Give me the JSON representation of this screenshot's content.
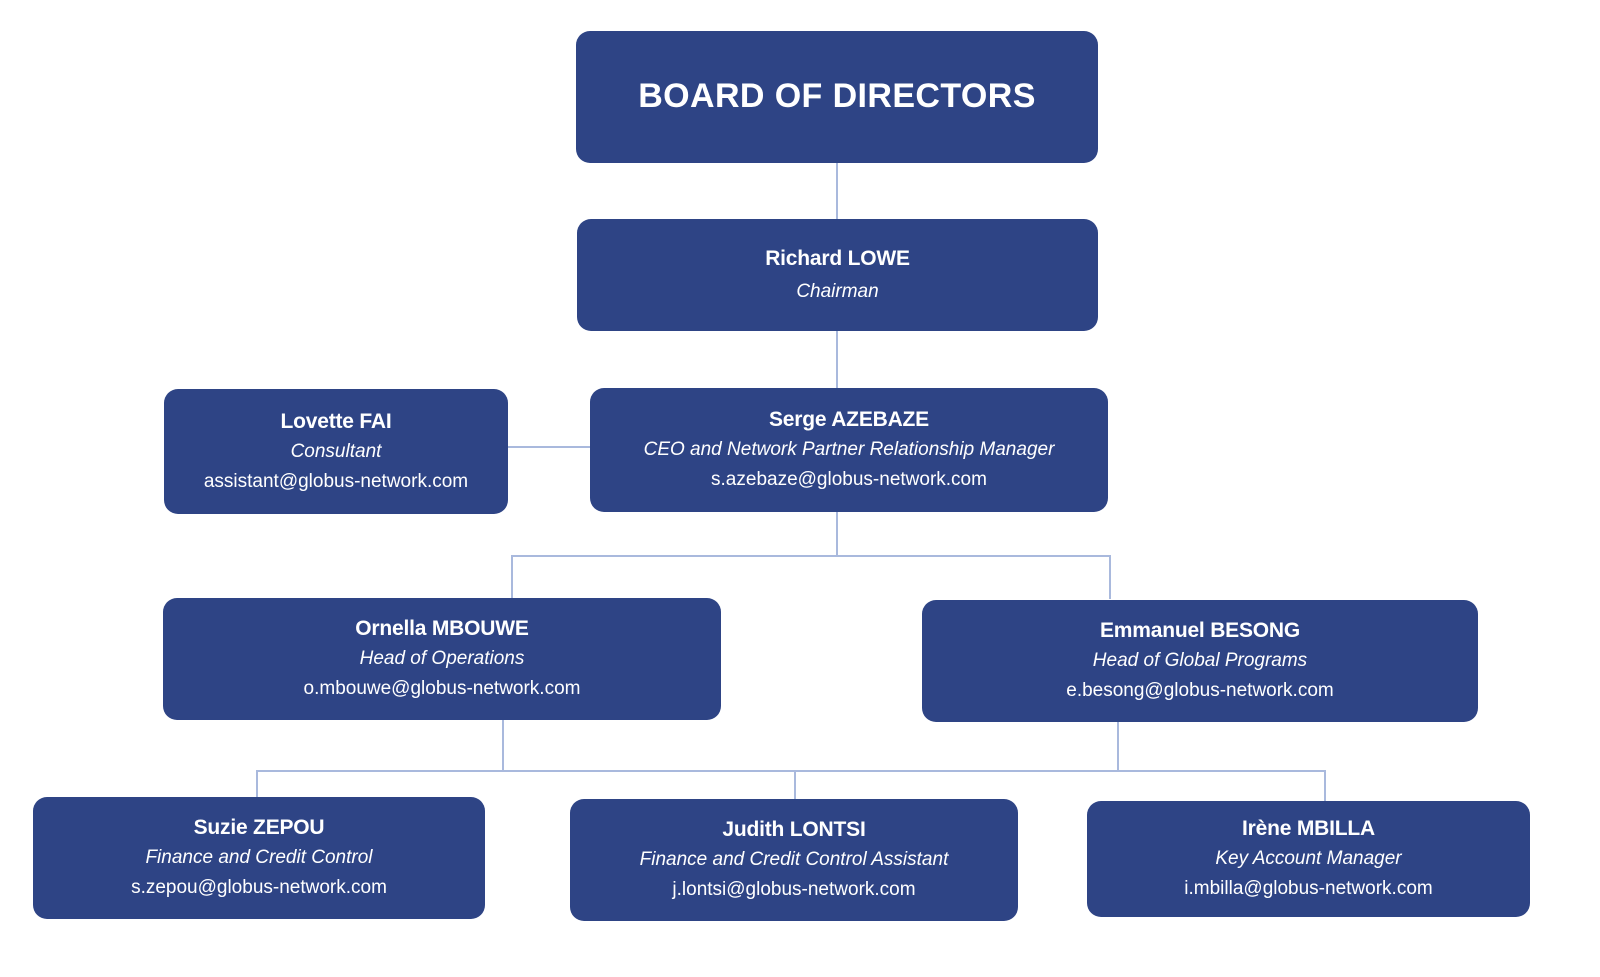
{
  "chart": {
    "type": "org-chart",
    "background_color": "#ffffff",
    "node_color": "#2e4485",
    "node_text_color": "#ffffff",
    "connector_color": "#a9b9dd"
  },
  "nodes": {
    "board": {
      "name": "BOARD OF DIRECTORS"
    },
    "chairman": {
      "name": "Richard LOWE",
      "role": "Chairman"
    },
    "consultant": {
      "name": "Lovette FAI",
      "role": "Consultant",
      "email": "assistant@globus-network.com"
    },
    "ceo": {
      "name": "Serge AZEBAZE",
      "role": "CEO and Network Partner Relationship Manager",
      "email": "s.azebaze@globus-network.com"
    },
    "head_operations": {
      "name": "Ornella MBOUWE",
      "role": "Head of Operations",
      "email": "o.mbouwe@globus-network.com"
    },
    "head_programs": {
      "name": "Emmanuel BESONG",
      "role": "Head of Global Programs",
      "email": "e.besong@globus-network.com"
    },
    "finance_control": {
      "name": "Suzie ZEPOU",
      "role": "Finance and Credit Control",
      "email": "s.zepou@globus-network.com"
    },
    "finance_assistant": {
      "name": "Judith LONTSI",
      "role": "Finance and Credit Control Assistant",
      "email": "j.lontsi@globus-network.com"
    },
    "key_account": {
      "name": "Irène MBILLA",
      "role": "Key Account Manager",
      "email": "i.mbilla@globus-network.com"
    }
  }
}
